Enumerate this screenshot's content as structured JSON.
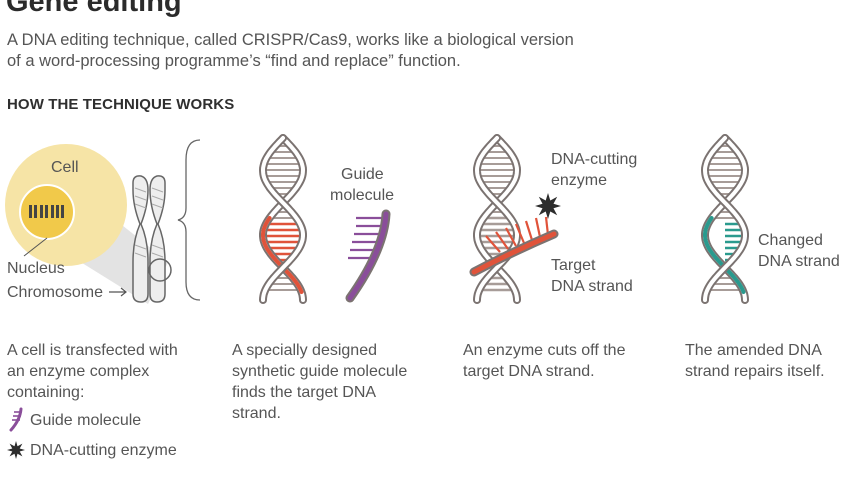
{
  "header": {
    "title": "Gene editing",
    "intro_line1": "A DNA editing technique, called CRISPR/Cas9, works like a biological version",
    "intro_line2": "of a word-processing programme’s “find and replace” function.",
    "section_title": "HOW THE TECHNIQUE WORKS"
  },
  "step1": {
    "cell_label": "Cell",
    "nucleus_label": "Nucleus",
    "chromosome_label": "Chromosome",
    "caption": [
      "A cell is transfected with",
      "an enzyme complex",
      "containing:"
    ]
  },
  "legend": {
    "guide_label": "Guide molecule",
    "guide_icon": "guide-molecule-icon",
    "enzyme_label": "DNA-cutting enzyme",
    "enzyme_icon": "star-burst-icon"
  },
  "step2": {
    "guide_label": [
      "Guide",
      "molecule"
    ],
    "caption": [
      "A specially designed",
      "synthetic guide molecule",
      "finds the target DNA",
      "strand."
    ]
  },
  "step3": {
    "enzyme_label": [
      "DNA-cutting",
      "enzyme"
    ],
    "target_label": [
      "Target",
      "DNA strand"
    ],
    "caption": [
      "An enzyme cuts off the",
      "target DNA strand."
    ]
  },
  "step4": {
    "changed_label": [
      "Changed",
      "DNA strand"
    ],
    "caption": [
      "The amended DNA",
      "strand repairs itself."
    ]
  },
  "colors": {
    "rung": "#a79c98",
    "backbone": "#7b7371",
    "target": "#e0533a",
    "guide": "#8a4e9a",
    "changed": "#2a9a8e",
    "cell": "#f6e4a6",
    "nucleus": "#f1c94a"
  }
}
